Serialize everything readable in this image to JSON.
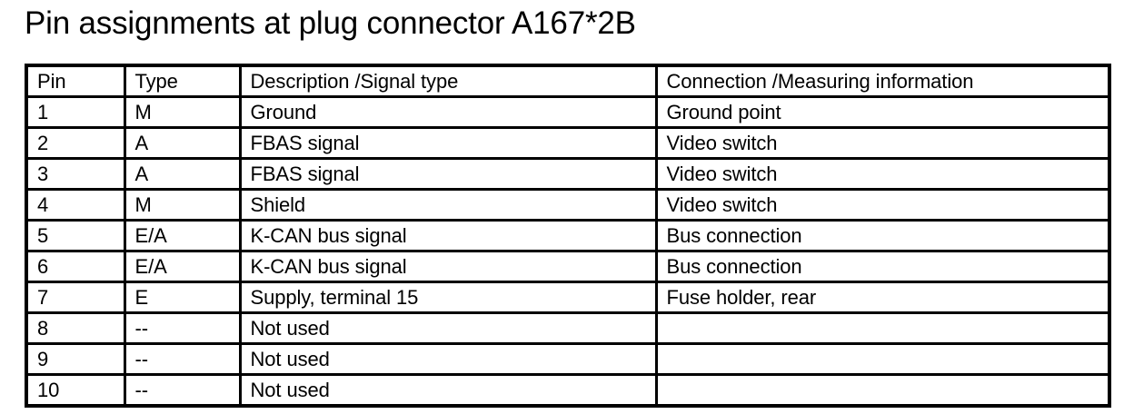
{
  "page": {
    "title": "Pin assignments at plug connector A167*2B",
    "background_color": "#ffffff",
    "text_color": "#000000",
    "border_color": "#000000"
  },
  "table": {
    "headers": {
      "pin": "Pin",
      "type": "Type",
      "description": "Description /Signal type",
      "connection": "Connection /Measuring information"
    },
    "rows": [
      {
        "pin": "1",
        "type": "M",
        "description": "Ground",
        "connection": "Ground point"
      },
      {
        "pin": "2",
        "type": "A",
        "description": "FBAS signal",
        "connection": "Video switch"
      },
      {
        "pin": "3",
        "type": "A",
        "description": "FBAS signal",
        "connection": "Video switch"
      },
      {
        "pin": "4",
        "type": "M",
        "description": "Shield",
        "connection": "Video switch"
      },
      {
        "pin": "5",
        "type": "E/A",
        "description": "K-CAN bus signal",
        "connection": "Bus connection"
      },
      {
        "pin": "6",
        "type": "E/A",
        "description": "K-CAN bus signal",
        "connection": "Bus connection"
      },
      {
        "pin": "7",
        "type": "E",
        "description": "Supply, terminal 15",
        "connection": "Fuse holder, rear"
      },
      {
        "pin": "8",
        "type": "--",
        "description": "Not used",
        "connection": ""
      },
      {
        "pin": "9",
        "type": "--",
        "description": "Not used",
        "connection": ""
      },
      {
        "pin": "10",
        "type": "--",
        "description": "Not used",
        "connection": ""
      }
    ]
  }
}
